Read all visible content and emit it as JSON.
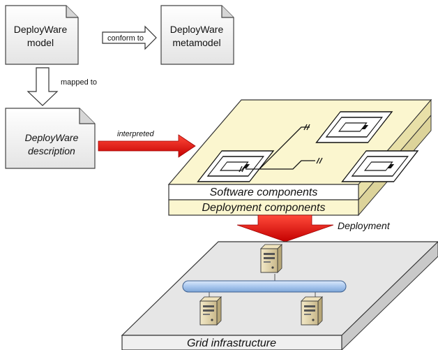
{
  "documents": {
    "model": [
      "DeployWare",
      "model"
    ],
    "metamodel": [
      "DeployWare",
      "metamodel"
    ],
    "description": [
      "DeployWare",
      "description"
    ]
  },
  "arrows": {
    "conform_to": "conform to",
    "mapped_to": "mapped to",
    "interpreted": "interpreted",
    "deployment": "Deployment"
  },
  "layers": {
    "software": "Software components",
    "deployment": "Deployment components",
    "grid": "Grid infrastructure"
  },
  "colors": {
    "software_plate": "#fbf6cf",
    "plate_edge": "#e8e0a8",
    "grid_plate": "#e6e6e6",
    "red_arrow": "#e01010",
    "bus": "#a9c7ee",
    "doc_fill": "#f2f2f2"
  },
  "icons": [
    "component-icon",
    "component-icon",
    "component-icon",
    "server-icon",
    "server-icon",
    "server-icon"
  ]
}
